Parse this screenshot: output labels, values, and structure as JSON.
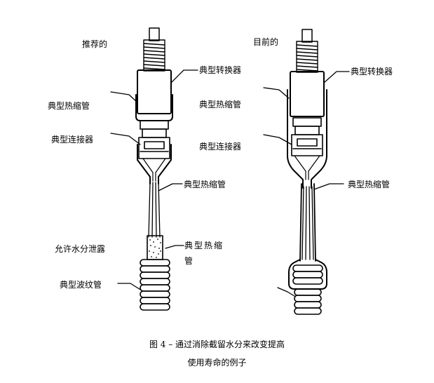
{
  "headers": {
    "left": "推荐的",
    "right": "目前的"
  },
  "left_labels": {
    "converter": "典型转换器",
    "heat_shrink_top": "典型热缩管",
    "connector": "典型连接器",
    "heat_shrink_mid": "典型热缩管",
    "moisture_leak": "允许水分泄露",
    "heat_shrink_bottom": "典型热缩管",
    "corrugated_tube": "典型波纹管"
  },
  "right_labels": {
    "converter": "典型转换器",
    "heat_shrink_top": "典型热缩管",
    "connector": "典型连接器",
    "heat_shrink_mid": "典型热缩管"
  },
  "caption": {
    "line1": "图 4 – 通过消除截留水分来改变提高",
    "line2": "使用寿命的例子"
  }
}
